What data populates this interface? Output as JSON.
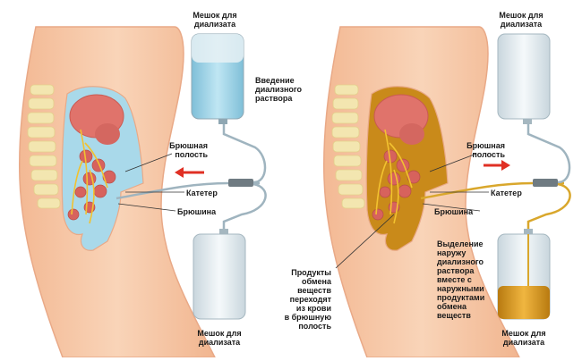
{
  "left_panel": {
    "bag_top_label": "Мешок для\nдиализата",
    "inflow_label": "Введение\nдиализного\nраствора",
    "cavity_label": "Брюшная\nполость",
    "catheter_label": "Катетер",
    "peritoneum_label": "Брюшина",
    "bag_bottom_label": "Мешок для\nдиализата"
  },
  "right_panel": {
    "bag_top_label": "Мешок для\nдиализата",
    "cavity_label": "Брюшная\nполость",
    "catheter_label": "Катетер",
    "peritoneum_label": "Брюшина",
    "waste_label": "Продукты\nобмена\nвеществ\nпереходят\nиз крови\nв брюшную\nполость",
    "outflow_label": "Выделение\nнаружу\nдиализного\nраствора\nвместе с\nнаружными\nпродуктами\nобмена\nвеществ",
    "bag_bottom_label": "Мешок для\nдиализата"
  },
  "colors": {
    "skin": "#f6c9a6",
    "skin_outline": "#e9a987",
    "spine": "#f3e6b0",
    "organ": "#e0736b",
    "dialysate_fresh": "#a9d9ea",
    "dialysate_used": "#c98a1a",
    "arrow": "#e03024"
  }
}
